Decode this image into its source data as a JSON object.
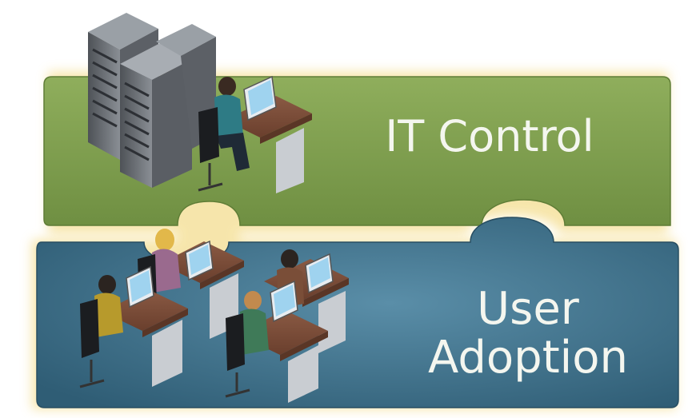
{
  "top_piece": {
    "label": "IT Control",
    "color": "#7f9f4f",
    "icons": [
      "server-rack-icon",
      "office-worker-icon"
    ]
  },
  "bottom_piece": {
    "label_lines": [
      "User",
      "Adoption"
    ],
    "color": "#3b6a82",
    "icons": [
      "office-worker-icon",
      "office-worker-icon",
      "office-worker-icon",
      "office-worker-icon",
      "office-worker-icon"
    ]
  },
  "glow_color": "#f6e3a2"
}
